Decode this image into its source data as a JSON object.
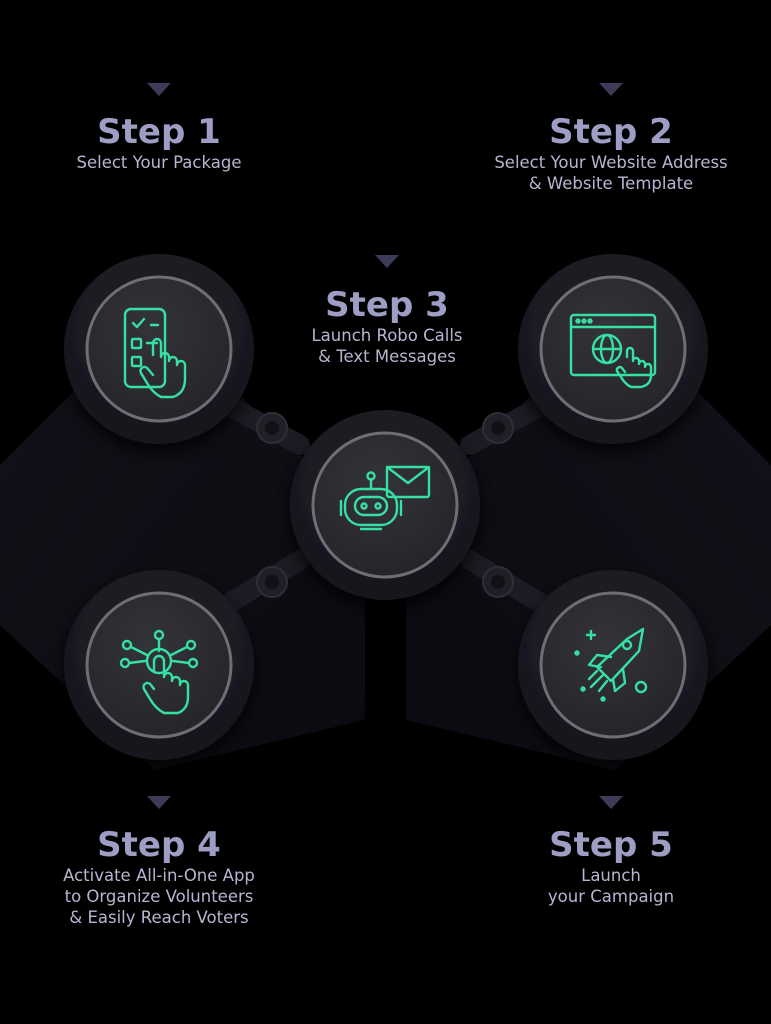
{
  "colors": {
    "background": "#000000",
    "band": "#0e0e15",
    "hub": "#1c1c24",
    "button_face": "#2a2a2f",
    "ring": "#6e6e74",
    "icon": "#36e0a2",
    "title": "#9e9ec4",
    "subtitle": "#b6b6d2",
    "arrow": "#3c3c56"
  },
  "steps": [
    {
      "title": "Step 1",
      "lines": [
        "Select Your Package"
      ],
      "icon": "checklist-hand-icon"
    },
    {
      "title": "Step 2",
      "lines": [
        "Select Your Website Address",
        "& Website Template"
      ],
      "icon": "browser-globe-hand-icon"
    },
    {
      "title": "Step 3",
      "lines": [
        "Launch Robo Calls",
        "& Text Messages"
      ],
      "icon": "robot-message-icon"
    },
    {
      "title": "Step 4",
      "lines": [
        "Activate All-in-One App",
        "to Organize Volunteers",
        "& Easily Reach Voters"
      ],
      "icon": "network-touch-icon"
    },
    {
      "title": "Step 5",
      "lines": [
        "Launch",
        "your Campaign"
      ],
      "icon": "rocket-icon"
    }
  ]
}
